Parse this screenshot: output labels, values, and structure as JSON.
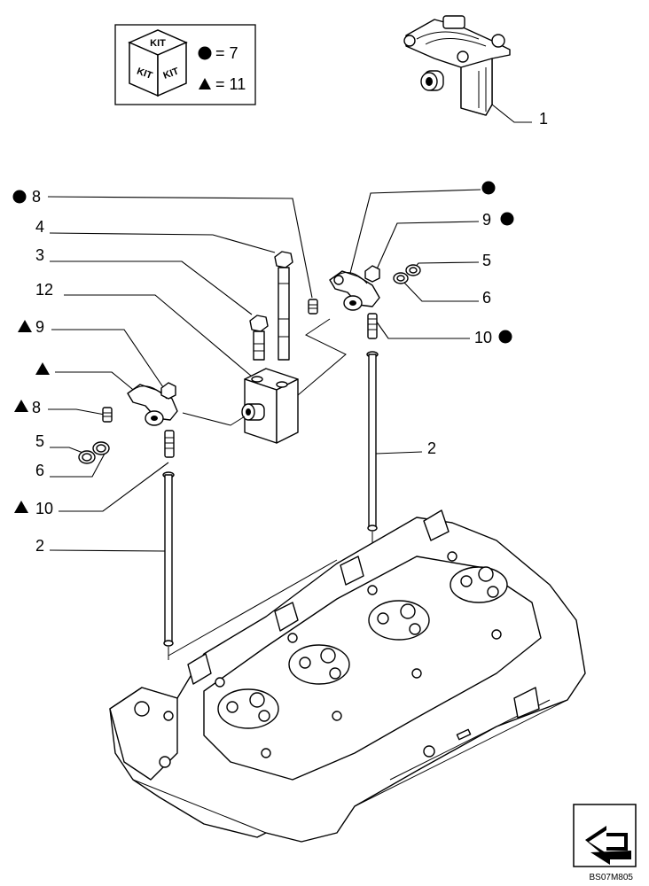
{
  "kit_box": {
    "cube_label": "KIT",
    "circle_equals": "= 7",
    "triangle_equals": "= 11"
  },
  "callouts": {
    "c1": "1",
    "c8_left": "8",
    "c4": "4",
    "c3": "3",
    "c12": "12",
    "c9_left": "9",
    "c8_left2": "8",
    "c5_left": "5",
    "c6_left": "6",
    "c10_left": "10",
    "c2_left": "2",
    "c9_right": "9",
    "c5_right": "5",
    "c6_right": "6",
    "c10_right": "10",
    "c2_right": "2"
  },
  "drawing_code": "BS07M805",
  "nav_icon": "arrow-icon"
}
